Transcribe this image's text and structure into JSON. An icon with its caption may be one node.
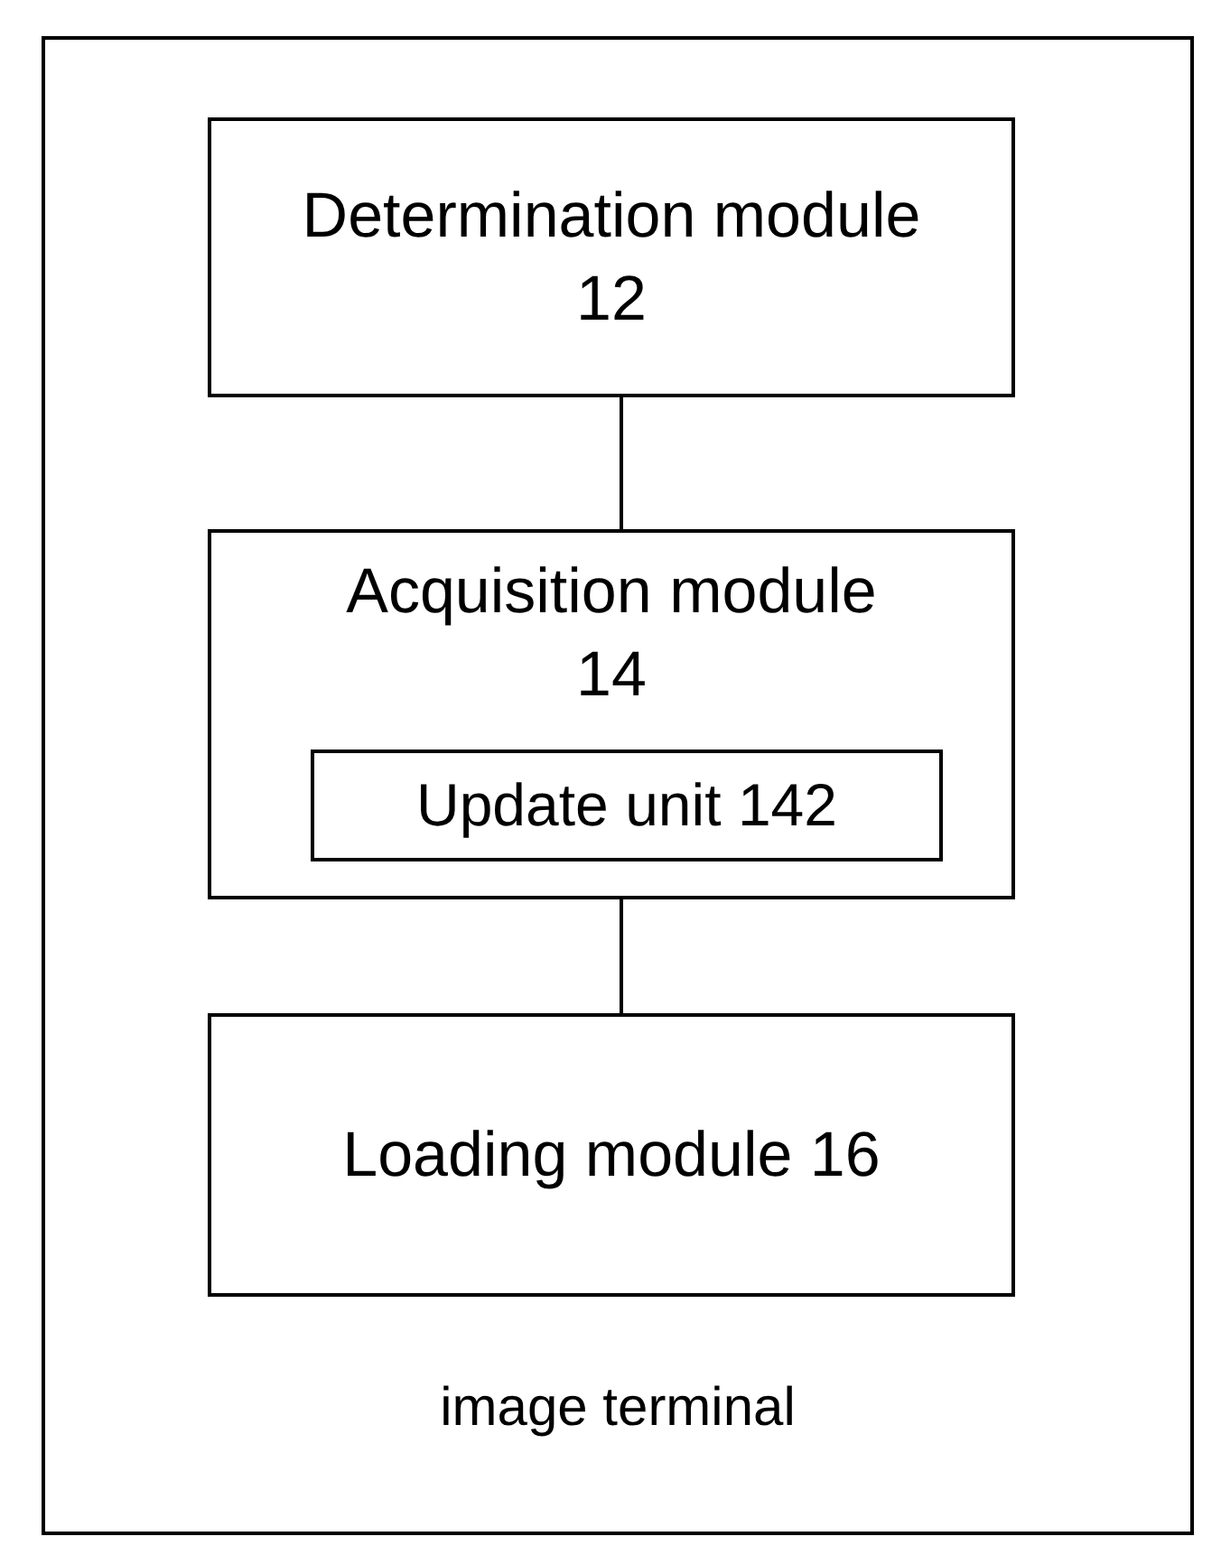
{
  "diagram": {
    "nodes": [
      {
        "text": [
          "image terminal"
        ]
      },
      {
        "text": [
          "Determination module 12"
        ],
        "in": 0
      },
      {
        "text": [
          "Acquisition module 14"
        ],
        "in": 0
      },
      {
        "text": [
          "Update unit 142"
        ],
        "in": 2
      },
      {
        "text": [
          "Loading module 16"
        ],
        "in": 0
      }
    ],
    "edges": [
      {
        "from": 1,
        "to": 2,
        "arrow": "none"
      },
      {
        "from": 2,
        "to": 4,
        "arrow": "none"
      }
    ]
  }
}
